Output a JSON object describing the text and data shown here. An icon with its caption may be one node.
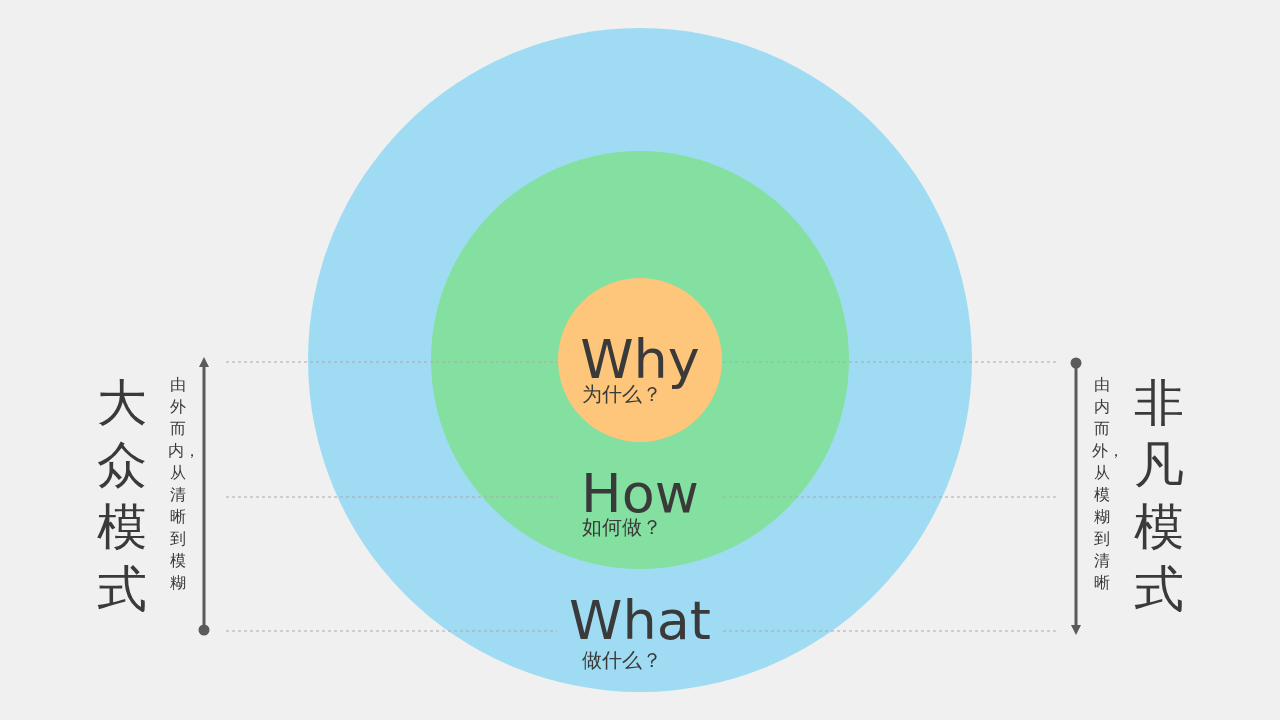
{
  "diagram": {
    "nodes": [
      {
        "text": [
          "What",
          "做什么？"
        ]
      },
      {
        "text": [
          "How",
          "如何做？"
        ],
        "in": 0
      },
      {
        "text": [
          "Why",
          "为什么？"
        ],
        "in": 1
      }
    ],
    "edges": [],
    "labels": [
      "大众模式",
      "由外而内，从清晰到模糊",
      "非凡模式",
      "由内而外，从模糊到清晰"
    ]
  }
}
